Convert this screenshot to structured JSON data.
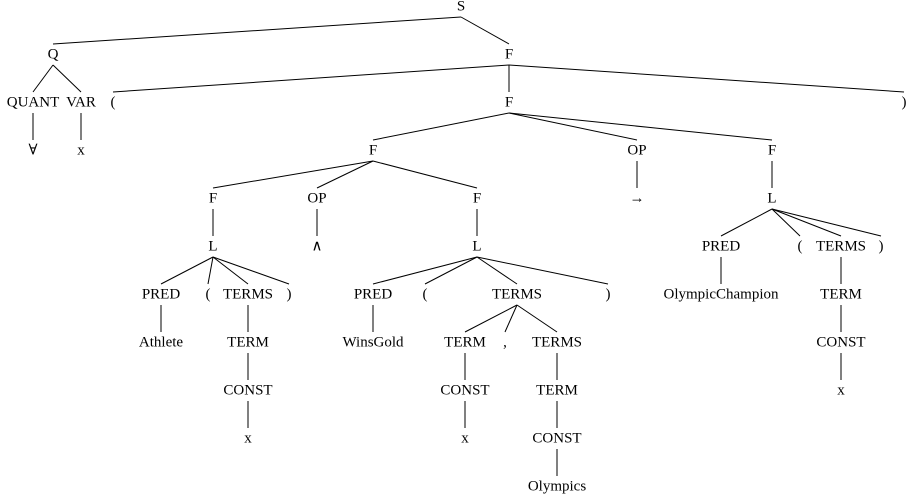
{
  "nodes": [
    {
      "id": "S",
      "label": "S"
    },
    {
      "id": "Q",
      "label": "Q"
    },
    {
      "id": "F0",
      "label": "F"
    },
    {
      "id": "QUANT",
      "label": "QUANT"
    },
    {
      "id": "VAR",
      "label": "VAR"
    },
    {
      "id": "forall",
      "label": "∀"
    },
    {
      "id": "x_var",
      "label": "x"
    },
    {
      "id": "lparen0",
      "label": "("
    },
    {
      "id": "F1",
      "label": "F"
    },
    {
      "id": "rparen0",
      "label": ")"
    },
    {
      "id": "F2",
      "label": "F"
    },
    {
      "id": "OP2",
      "label": "OP"
    },
    {
      "id": "F3",
      "label": "F"
    },
    {
      "id": "implies",
      "label": "→"
    },
    {
      "id": "F4",
      "label": "F"
    },
    {
      "id": "OP1",
      "label": "OP"
    },
    {
      "id": "F5",
      "label": "F"
    },
    {
      "id": "L1",
      "label": "L"
    },
    {
      "id": "and",
      "label": "∧"
    },
    {
      "id": "L2",
      "label": "L"
    },
    {
      "id": "PRED1",
      "label": "PRED"
    },
    {
      "id": "lp1",
      "label": "("
    },
    {
      "id": "TERMS1",
      "label": "TERMS"
    },
    {
      "id": "rp1",
      "label": ")"
    },
    {
      "id": "Athlete",
      "label": "Athlete"
    },
    {
      "id": "TERM1",
      "label": "TERM"
    },
    {
      "id": "CONST1",
      "label": "CONST"
    },
    {
      "id": "x1",
      "label": "x"
    },
    {
      "id": "PRED2",
      "label": "PRED"
    },
    {
      "id": "lp2",
      "label": "("
    },
    {
      "id": "TERMS2",
      "label": "TERMS"
    },
    {
      "id": "rp2",
      "label": ")"
    },
    {
      "id": "WinsGold",
      "label": "WinsGold"
    },
    {
      "id": "TERM2",
      "label": "TERM"
    },
    {
      "id": "comma",
      "label": ","
    },
    {
      "id": "TERMS3",
      "label": "TERMS"
    },
    {
      "id": "CONST2",
      "label": "CONST"
    },
    {
      "id": "x2",
      "label": "x"
    },
    {
      "id": "TERM3",
      "label": "TERM"
    },
    {
      "id": "CONST3",
      "label": "CONST"
    },
    {
      "id": "Olympics",
      "label": "Olympics"
    },
    {
      "id": "L3",
      "label": "L"
    },
    {
      "id": "PRED3",
      "label": "PRED"
    },
    {
      "id": "lp3",
      "label": "("
    },
    {
      "id": "TERMS4",
      "label": "TERMS"
    },
    {
      "id": "rp3",
      "label": ")"
    },
    {
      "id": "OlympicChampion",
      "label": "OlympicChampion"
    },
    {
      "id": "TERM4",
      "label": "TERM"
    },
    {
      "id": "CONST4",
      "label": "CONST"
    },
    {
      "id": "x3",
      "label": "x"
    }
  ],
  "edges": [
    [
      "S",
      "Q"
    ],
    [
      "S",
      "F0"
    ],
    [
      "Q",
      "QUANT"
    ],
    [
      "Q",
      "VAR"
    ],
    [
      "QUANT",
      "forall"
    ],
    [
      "VAR",
      "x_var"
    ],
    [
      "F0",
      "lparen0"
    ],
    [
      "F0",
      "F1"
    ],
    [
      "F0",
      "rparen0"
    ],
    [
      "F1",
      "F2"
    ],
    [
      "F1",
      "OP2"
    ],
    [
      "F1",
      "F3"
    ],
    [
      "OP2",
      "implies"
    ],
    [
      "F2",
      "F4"
    ],
    [
      "F2",
      "OP1"
    ],
    [
      "F2",
      "F5"
    ],
    [
      "F4",
      "L1"
    ],
    [
      "OP1",
      "and"
    ],
    [
      "F5",
      "L2"
    ],
    [
      "L1",
      "PRED1"
    ],
    [
      "L1",
      "lp1"
    ],
    [
      "L1",
      "TERMS1"
    ],
    [
      "L1",
      "rp1"
    ],
    [
      "PRED1",
      "Athlete"
    ],
    [
      "TERMS1",
      "TERM1"
    ],
    [
      "TERM1",
      "CONST1"
    ],
    [
      "CONST1",
      "x1"
    ],
    [
      "L2",
      "PRED2"
    ],
    [
      "L2",
      "lp2"
    ],
    [
      "L2",
      "TERMS2"
    ],
    [
      "L2",
      "rp2"
    ],
    [
      "PRED2",
      "WinsGold"
    ],
    [
      "TERMS2",
      "TERM2"
    ],
    [
      "TERMS2",
      "comma"
    ],
    [
      "TERMS2",
      "TERMS3"
    ],
    [
      "TERM2",
      "CONST2"
    ],
    [
      "CONST2",
      "x2"
    ],
    [
      "TERMS3",
      "TERM3"
    ],
    [
      "TERM3",
      "CONST3"
    ],
    [
      "CONST3",
      "Olympics"
    ],
    [
      "F3",
      "L3"
    ],
    [
      "L3",
      "PRED3"
    ],
    [
      "L3",
      "lp3"
    ],
    [
      "L3",
      "TERMS4"
    ],
    [
      "L3",
      "rp3"
    ],
    [
      "PRED3",
      "OlympicChampion"
    ],
    [
      "TERMS4",
      "TERM4"
    ],
    [
      "TERM4",
      "CONST4"
    ],
    [
      "CONST4",
      "x3"
    ]
  ]
}
